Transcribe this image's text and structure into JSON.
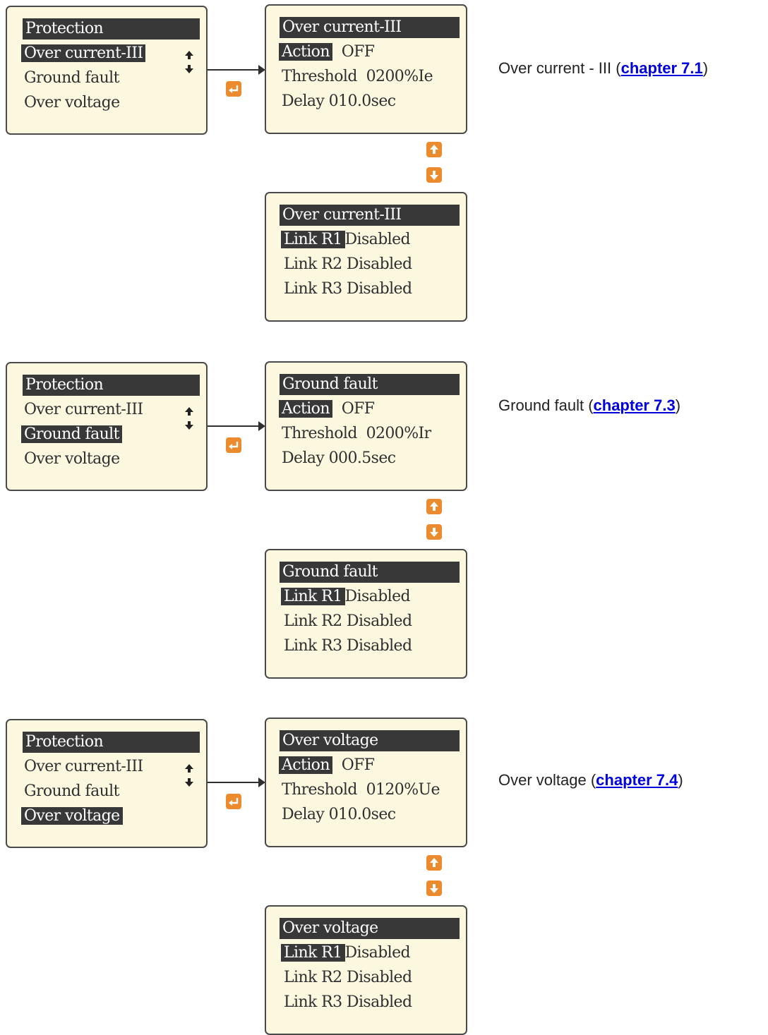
{
  "sections": [
    {
      "menu": {
        "title": "Protection",
        "items": [
          "Over current-III",
          "Ground fault",
          "Over voltage"
        ],
        "selected": 0
      },
      "settings": {
        "title": "Over current-III",
        "action_label": "Action",
        "action_value": "OFF",
        "threshold_label": "Threshold",
        "threshold_value": "0200%Ie",
        "delay_label": "Delay",
        "delay_value": "010.0sec"
      },
      "links": {
        "title": "Over current-III",
        "rows": [
          {
            "label": "Link R1",
            "value": "Disabled"
          },
          {
            "label": "Link R2",
            "value": "Disabled"
          },
          {
            "label": "Link R3",
            "value": "Disabled"
          }
        ]
      },
      "caption": {
        "text": "Over current - III (",
        "link": "chapter 7.1",
        "close": ")"
      }
    },
    {
      "menu": {
        "title": "Protection",
        "items": [
          "Over current-III",
          "Ground fault",
          "Over voltage"
        ],
        "selected": 1
      },
      "settings": {
        "title": "Ground fault",
        "action_label": "Action",
        "action_value": "OFF",
        "threshold_label": "Threshold",
        "threshold_value": "0200%Ir",
        "delay_label": "Delay",
        "delay_value": "000.5sec"
      },
      "links": {
        "title": "Ground fault",
        "rows": [
          {
            "label": "Link R1",
            "value": "Disabled"
          },
          {
            "label": "Link R2",
            "value": "Disabled"
          },
          {
            "label": "Link R3",
            "value": "Disabled"
          }
        ]
      },
      "caption": {
        "text": "Ground fault (",
        "link": "chapter 7.3",
        "close": ")"
      }
    },
    {
      "menu": {
        "title": "Protection",
        "items": [
          "Over current-III",
          "Ground fault",
          "Over voltage"
        ],
        "selected": 2
      },
      "settings": {
        "title": "Over voltage",
        "action_label": "Action",
        "action_value": "OFF",
        "threshold_label": "Threshold",
        "threshold_value": "0120%Ue",
        "delay_label": "Delay",
        "delay_value": "010.0sec"
      },
      "links": {
        "title": "Over voltage",
        "rows": [
          {
            "label": "Link R1",
            "value": "Disabled"
          },
          {
            "label": "Link R2",
            "value": "Disabled"
          },
          {
            "label": "Link R3",
            "value": "Disabled"
          }
        ]
      },
      "caption": {
        "text": "Over voltage (",
        "link": "chapter 7.4",
        "close": ")"
      }
    }
  ],
  "colors": {
    "button": "#ec8b2e",
    "screen": "#fcf8e0",
    "highlight": "#383838",
    "link": "#0000dd"
  },
  "icons": {
    "enter": "enter-icon",
    "up": "up-arrow-icon",
    "down": "down-arrow-icon",
    "scroll": "up-down-arrows-icon"
  }
}
